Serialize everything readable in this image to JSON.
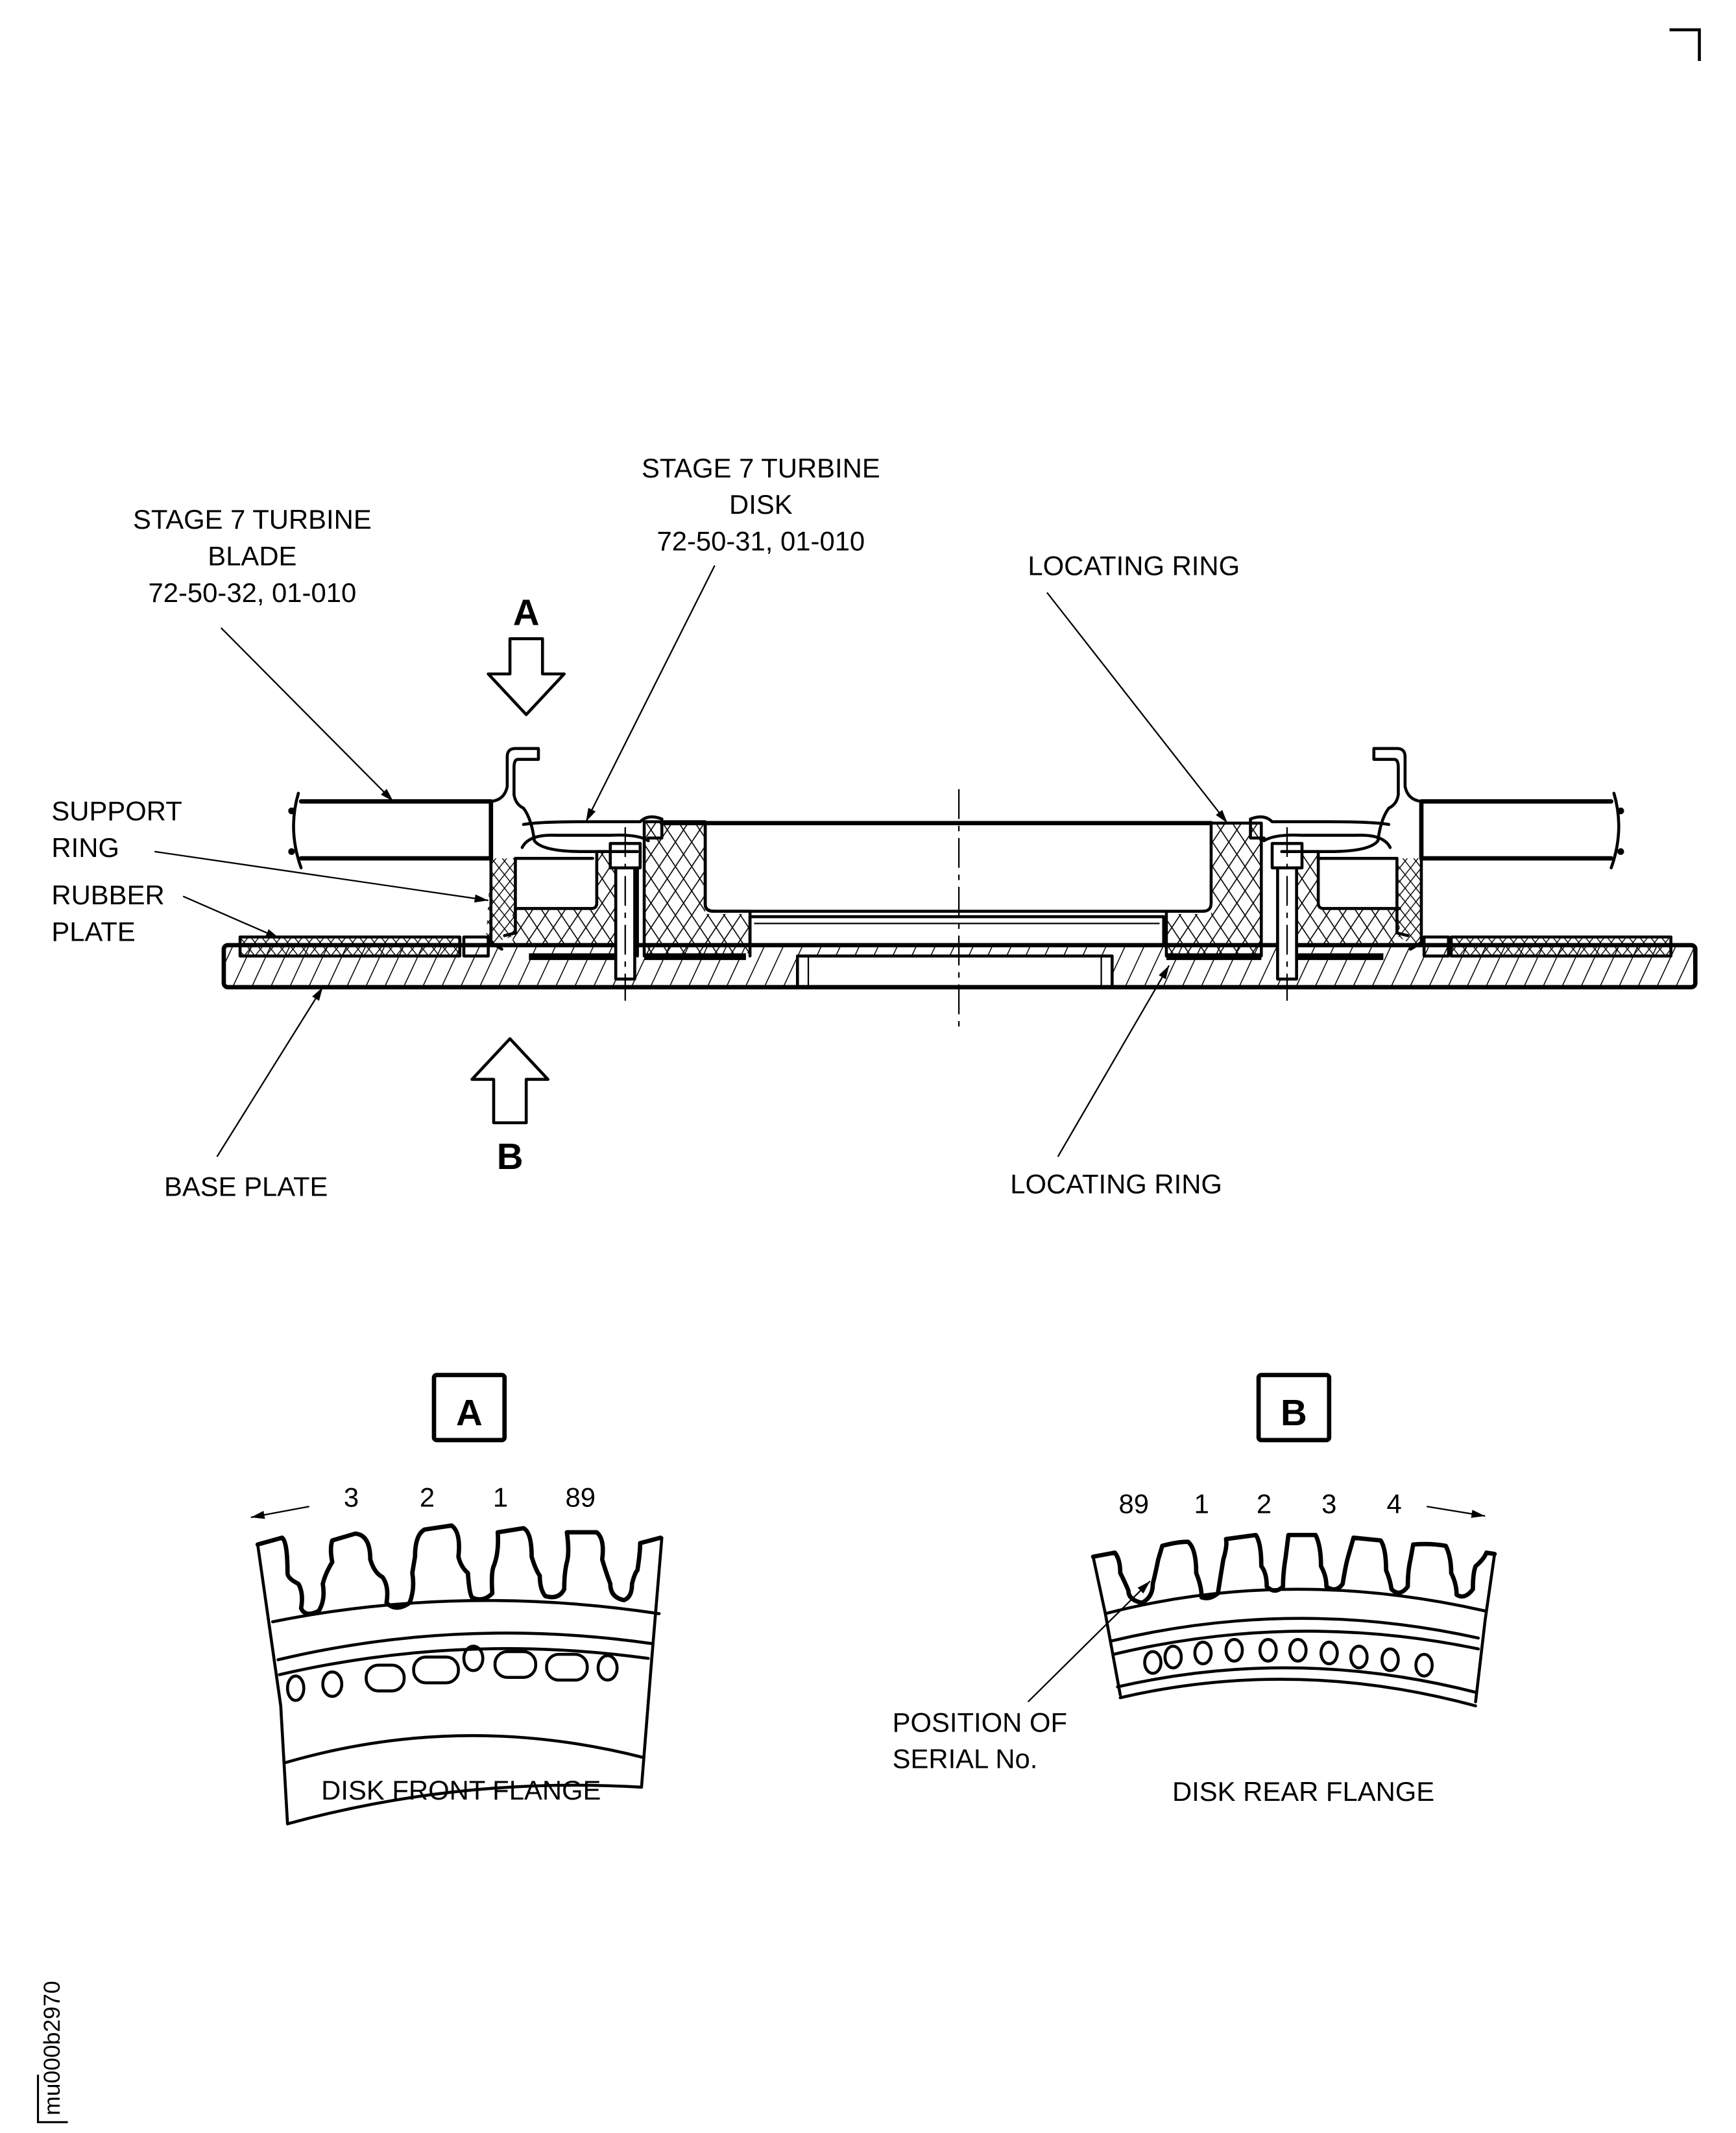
{
  "figure_id": "mu000b2970",
  "main_view": {
    "callouts": {
      "blade": {
        "line1": "STAGE 7 TURBINE",
        "line2": "BLADE",
        "ref": "72-50-32, 01-010"
      },
      "disk": {
        "line1": "STAGE 7 TURBINE",
        "line2": "DISK",
        "ref": "72-50-31, 01-010"
      },
      "locating_ring_top": "LOCATING RING",
      "locating_ring_bottom": "LOCATING RING",
      "support_ring": {
        "line1": "SUPPORT",
        "line2": "RING"
      },
      "rubber_plate": {
        "line1": "RUBBER",
        "line2": "PLATE"
      },
      "base_plate": "BASE PLATE"
    },
    "view_arrows": {
      "top": "A",
      "bottom": "B"
    }
  },
  "detail_views": [
    {
      "key": "A",
      "caption": "DISK FRONT FLANGE",
      "slot_numbers": [
        "3",
        "2",
        "1",
        "89"
      ],
      "arrow_direction": "left"
    },
    {
      "key": "B",
      "caption": "DISK REAR FLANGE",
      "slot_numbers": [
        "89",
        "1",
        "2",
        "3",
        "4"
      ],
      "arrow_direction": "right",
      "callout": {
        "line1": "POSITION OF",
        "line2": "SERIAL No."
      }
    }
  ]
}
